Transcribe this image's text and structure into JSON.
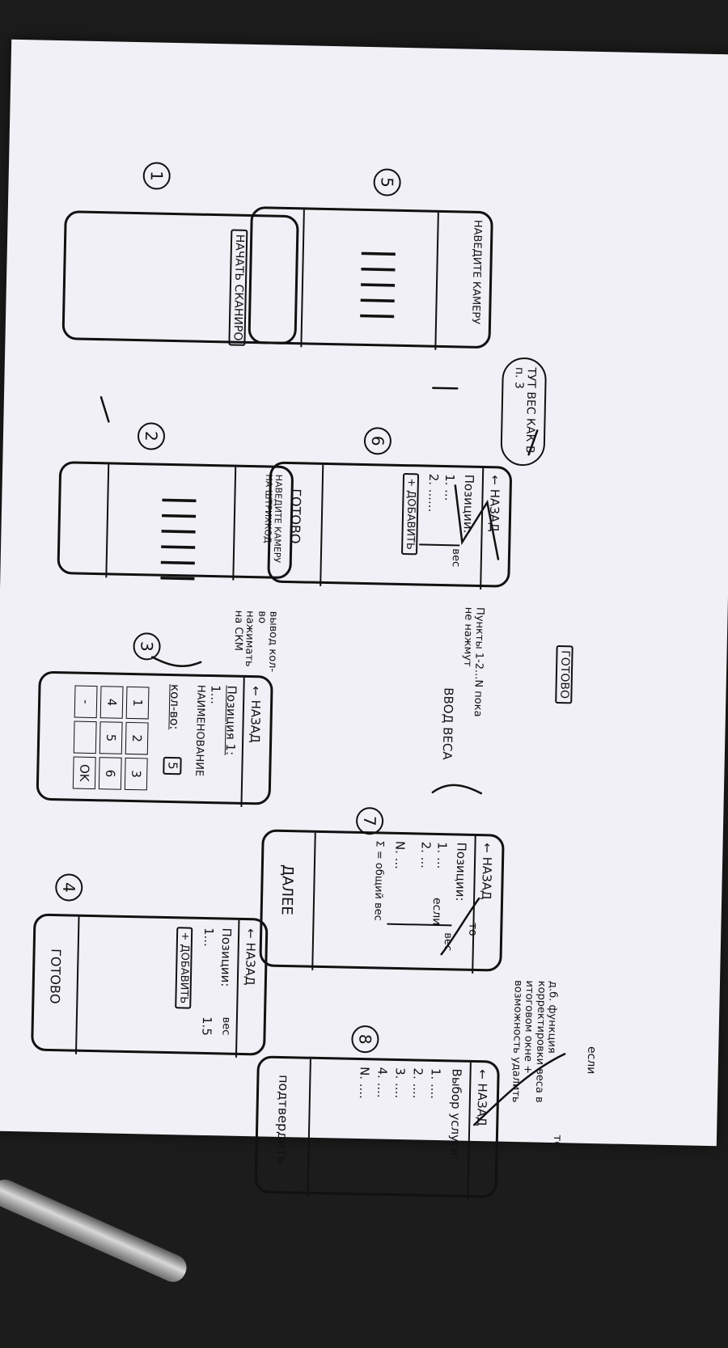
{
  "steps": {
    "s1": {
      "number": "1",
      "button": "НАЧАТЬ СКАНИРО"
    },
    "s2": {
      "number": "2",
      "header": "НАВЕДИТЕ КАМЕРУ НА ШТРИХКОД"
    },
    "s3": {
      "number": "3",
      "back": "← НАЗАД",
      "position": "Позиция 1:",
      "item": "1...",
      "name": "НАИМЕНОВАНИЕ",
      "qty_label": "кол-во:",
      "qty_value": "5",
      "keypad": [
        "1",
        "2",
        "3",
        "4",
        "5",
        "6",
        "-",
        "",
        "OK"
      ],
      "note": "вывод кол-во нажимать на СКМ",
      "below": "ВВОД ВЕСА"
    },
    "s4": {
      "number": "4",
      "back": "← НАЗАД",
      "positions": "Позиции:",
      "weight": "вес",
      "item": "1...",
      "item_weight": "1.5",
      "add": "+ ДОБАВИТЬ",
      "done": "ГОТОВО"
    },
    "s5": {
      "number": "5",
      "header": "НАВЕДИТЕ КАМЕРУ"
    },
    "s6": {
      "number": "6",
      "back": "← НАЗАД",
      "positions": "Позиции:",
      "weight": "вес",
      "item1": "1. ...",
      "item2": "2. ......",
      "add": "+ ДОБАВИТЬ",
      "done": "ГОТОВО"
    },
    "s6_note": {
      "text": "Пункты 1-2...N пока не нажмут",
      "done": "ГОТОВО"
    },
    "s7": {
      "number": "7",
      "back": "← НАЗАД",
      "positions": "Позиции:",
      "weight": "вес",
      "item1": "1. ...",
      "item2": "2. ...",
      "itemN": "N. ...",
      "total": "Σ = общий вес",
      "next": "ДАЛЕЕ"
    },
    "s7_note": {
      "text": "д.б. функция корректировки веса в итоговом окне + возможность удалить"
    },
    "s8": {
      "number": "8",
      "back": "← НАЗАД",
      "title": "Выбор услуги:",
      "items": [
        "1. ....",
        "2. ....",
        "3. ....",
        "4. ....",
        "N. ...."
      ],
      "confirm": "подтвердить"
    }
  },
  "annotations": {
    "here": "ТУТ ВЕС КАК В п. 3",
    "if1": "если",
    "then1": "то",
    "if2": "если",
    "then2": "то"
  },
  "colors": {
    "ink": "#111111",
    "paper": "#f1f0f6",
    "background": "#1c1c1c"
  }
}
